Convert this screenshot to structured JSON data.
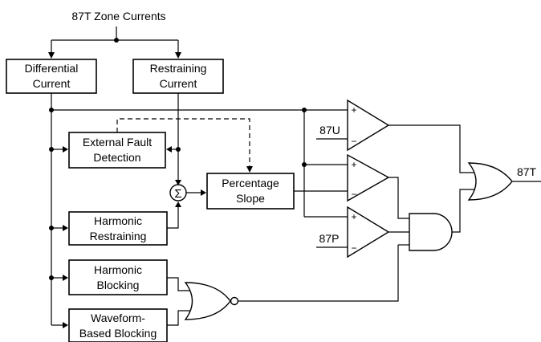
{
  "title": "87T Zone Currents",
  "blocks": {
    "differential_current": [
      "Differential",
      "Current"
    ],
    "restraining_current": [
      "Restraining",
      "Current"
    ],
    "external_fault_detection": [
      "External Fault",
      "Detection"
    ],
    "percentage_slope": [
      "Percentage",
      "Slope"
    ],
    "harmonic_restraining": [
      "Harmonic",
      "Restraining"
    ],
    "harmonic_blocking": [
      "Harmonic",
      "Blocking"
    ],
    "waveform_blocking": [
      "Waveform-",
      "Based Blocking"
    ]
  },
  "summer_symbol": "Σ",
  "comparator_signs": {
    "plus": "+",
    "minus": "−"
  },
  "inputs": {
    "unrestrained": "87U",
    "percentage": "87P"
  },
  "output": "87T"
}
